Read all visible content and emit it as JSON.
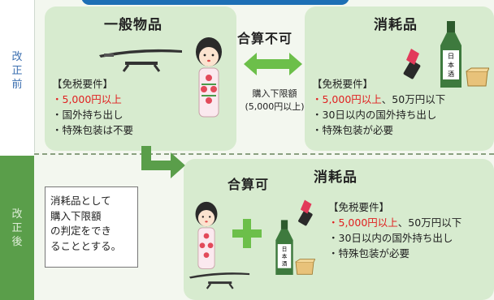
{
  "strip": {
    "before_chars": [
      "改",
      "正",
      "前"
    ],
    "after_chars": [
      "改",
      "正",
      "後"
    ]
  },
  "before": {
    "general": {
      "title": "一般物品",
      "req_label": "【免税要件】",
      "req_amount": "・5,000円以上",
      "items": [
        "・国外持ち出し",
        "・特殊包装は不要"
      ]
    },
    "consumable": {
      "title": "消耗品",
      "req_label": "【免税要件】",
      "req_amount": "・5,000円以上",
      "req_amount_suffix": "、50万円以下",
      "items": [
        "・30日以内の国外持ち出し",
        "・特殊包装が必要"
      ]
    },
    "middle": {
      "heading": "合算不可",
      "line1": "購入下限額",
      "line2": "(5,000円以上)"
    }
  },
  "after": {
    "note": [
      "消耗品として",
      "購入下限額",
      "の判定をでき",
      "ることとする。"
    ],
    "heading": "合算可",
    "title": "消耗品",
    "req_label": "【免税要件】",
    "req_amount": "・5,000円以上",
    "req_amount_suffix": "、50万円以下",
    "items": [
      "・30日以内の国外持ち出し",
      "・特殊包装が必要"
    ]
  },
  "illustrations": {
    "bottle_label": "日本酒"
  },
  "colors": {
    "panel": "#d7ebcf",
    "accent_green": "#5a9e4a",
    "arrow_green": "#6cbf4a",
    "red": "#e02020",
    "banner_blue": "#1d6fb5"
  }
}
